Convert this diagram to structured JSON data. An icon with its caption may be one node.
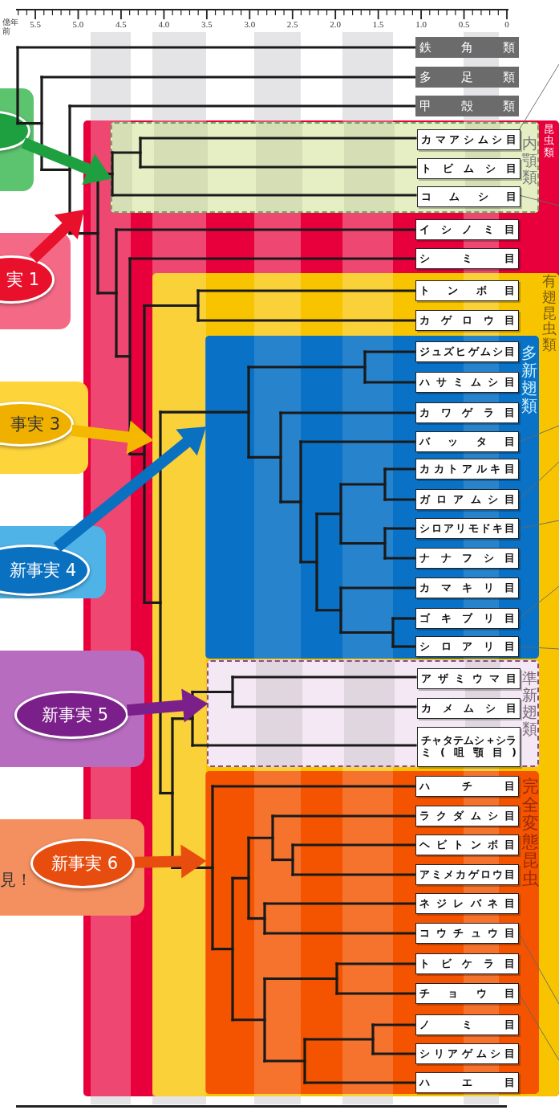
{
  "diagram": {
    "nodes": [
      {
        "text": [
          "鉄角類"
        ]
      },
      {
        "text": [
          "多足類"
        ]
      },
      {
        "text": [
          "甲殻類"
        ]
      },
      {
        "text": [
          "昆虫類"
        ]
      },
      {
        "text": [
          "内顎類"
        ],
        "in": 3
      },
      {
        "text": [
          "カマアシムシ目"
        ],
        "in": 4
      },
      {
        "text": [
          "トビムシ目"
        ],
        "in": 4
      },
      {
        "text": [
          "コムシ目"
        ],
        "in": 4
      },
      {
        "text": [
          "イシノミ目"
        ],
        "in": 3
      },
      {
        "text": [
          "シミ目"
        ],
        "in": 3
      },
      {
        "text": [
          "有翅昆虫類"
        ],
        "in": 3
      },
      {
        "text": [
          "トンボ目"
        ],
        "in": 10
      },
      {
        "text": [
          "カゲロウ目"
        ],
        "in": 10
      },
      {
        "text": [
          "多新翅類"
        ],
        "in": 10
      },
      {
        "text": [
          "ジュズヒゲムシ目"
        ],
        "in": 13
      },
      {
        "text": [
          "ハサミムシ目"
        ],
        "in": 13
      },
      {
        "text": [
          "カワゲラ目"
        ],
        "in": 13
      },
      {
        "text": [
          "バッタ目"
        ],
        "in": 13
      },
      {
        "text": [
          "カカトアルキ目"
        ],
        "in": 13
      },
      {
        "text": [
          "ガロアムシ目"
        ],
        "in": 13
      },
      {
        "text": [
          "シロアリモドキ目"
        ],
        "in": 13
      },
      {
        "text": [
          "ナナフシ目"
        ],
        "in": 13
      },
      {
        "text": [
          "カマキリ目"
        ],
        "in": 13
      },
      {
        "text": [
          "ゴキブリ目"
        ],
        "in": 13
      },
      {
        "text": [
          "シロアリ目"
        ],
        "in": 13
      },
      {
        "text": [
          "準新翅類"
        ],
        "in": 10
      },
      {
        "text": [
          "アザミウマ目"
        ],
        "in": 25
      },
      {
        "text": [
          "カメムシ目"
        ],
        "in": 25
      },
      {
        "text": [
          "チャタテムシ＋シラミ(咀顎目)"
        ],
        "in": 25
      },
      {
        "text": [
          "完全変態昆虫"
        ],
        "in": 10
      },
      {
        "text": [
          "ハチ目"
        ],
        "in": 29
      },
      {
        "text": [
          "ラクダムシ目"
        ],
        "in": 29
      },
      {
        "text": [
          "ヘビトンボ目"
        ],
        "in": 29
      },
      {
        "text": [
          "アミメカゲロウ目"
        ],
        "in": 29
      },
      {
        "text": [
          "ネジレバネ目"
        ],
        "in": 29
      },
      {
        "text": [
          "コウチュウ目"
        ],
        "in": 29
      },
      {
        "text": [
          "トビケラ目"
        ],
        "in": 29
      },
      {
        "text": [
          "チョウ目"
        ],
        "in": 29
      },
      {
        "text": [
          "ノミ目"
        ],
        "in": 29
      },
      {
        "text": [
          "シリアゲムシ目"
        ],
        "in": 29
      },
      {
        "text": [
          "ハエ目"
        ],
        "in": 29
      },
      {
        "text": [],
        "shape": "box"
      },
      {
        "text": [],
        "shape": "ellipse",
        "in": 41
      },
      {
        "text": [],
        "shape": "box"
      },
      {
        "text": [
          "実 1"
        ],
        "in": 43
      },
      {
        "text": [],
        "shape": "box"
      },
      {
        "text": [
          "事実 3"
        ],
        "in": 45
      },
      {
        "text": [],
        "shape": "box"
      },
      {
        "text": [
          "新事実 4"
        ],
        "in": 47
      },
      {
        "text": [],
        "shape": "box"
      },
      {
        "text": [
          "新事実 5"
        ],
        "in": 49
      },
      {
        "text": [],
        "shape": "box"
      },
      {
        "text": [
          "新事実 6"
        ],
        "in": 51,
        "beside": [
          "見！"
        ]
      }
    ],
    "edges": [
      {
        "from": 42,
        "to": 4,
        "arrow": "to",
        "style": "thick",
        "color": "#1fa040"
      },
      {
        "from": 44,
        "to": 3,
        "arrow": "to",
        "style": "thick",
        "color": "#e8102a"
      },
      {
        "from": 46,
        "to": 10,
        "arrow": "to",
        "style": "thick",
        "color": "#f5b800"
      },
      {
        "from": 48,
        "to": 13,
        "arrow": "to",
        "style": "thick",
        "color": "#0a70c0"
      },
      {
        "from": 50,
        "to": 25,
        "arrow": "to",
        "style": "thick",
        "color": "#7b1f8a"
      },
      {
        "from": 52,
        "to": 29,
        "arrow": "to",
        "style": "thick",
        "color": "#e84d10"
      },
      {
        "from": null,
        "to": 5,
        "arrow": "none"
      },
      {
        "from": null,
        "to": 7,
        "arrow": "none"
      },
      {
        "from": null,
        "to": 17,
        "arrow": "none"
      },
      {
        "from": null,
        "to": 19,
        "arrow": "none"
      },
      {
        "from": null,
        "to": 20,
        "arrow": "none"
      },
      {
        "from": null,
        "to": 23,
        "arrow": "none"
      },
      {
        "from": null,
        "to": 24,
        "arrow": "none"
      },
      {
        "from": null,
        "to": 35,
        "arrow": "none"
      },
      {
        "from": null,
        "to": 37,
        "arrow": "none"
      }
    ],
    "labels": [
      "億年前",
      "5.5",
      "5.0",
      "4.5",
      "4.0",
      "3.5",
      "3.0",
      "2.5",
      "2.0",
      "1.5",
      "1.0",
      "0.5",
      "0"
    ]
  }
}
